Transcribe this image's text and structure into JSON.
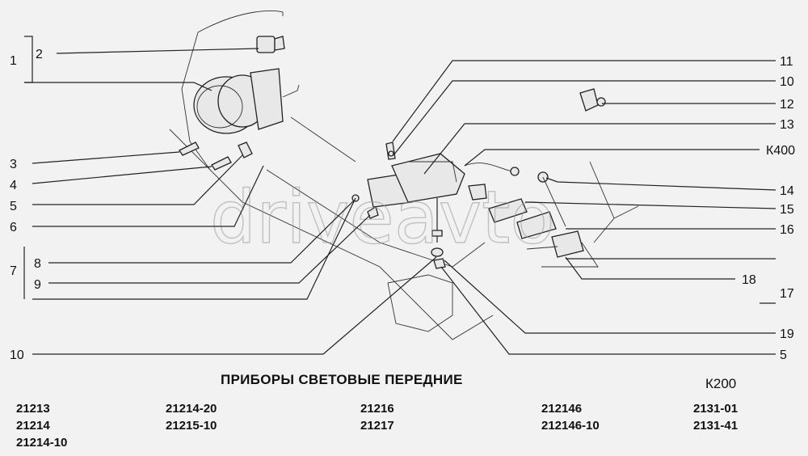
{
  "header": {
    "title": "ПРИБОРЫ СВЕТОВЫЕ ПЕРЕДНИЕ",
    "code": "К200"
  },
  "watermark": "driveavto",
  "callouts": {
    "c1": "1",
    "c2": "2",
    "c3": "3",
    "c4": "4",
    "c5": "5",
    "c6": "6",
    "c7": "7",
    "c8": "8",
    "c9": "9",
    "c10a": "10",
    "c11": "11",
    "c10b": "10",
    "c12": "12",
    "c13": "13",
    "k400": "К400",
    "c14": "14",
    "c15": "15",
    "c16": "16",
    "c18": "18",
    "c17": "17",
    "c19": "19",
    "c5b": "5"
  },
  "models": {
    "col1": [
      "21213",
      "21214",
      "21214-10"
    ],
    "col2": [
      "21214-20",
      "21215-10"
    ],
    "col3": [
      "21216",
      "21217"
    ],
    "col4": [
      "212146",
      "212146-10"
    ],
    "col5": [
      "2131-01",
      "2131-41"
    ]
  }
}
